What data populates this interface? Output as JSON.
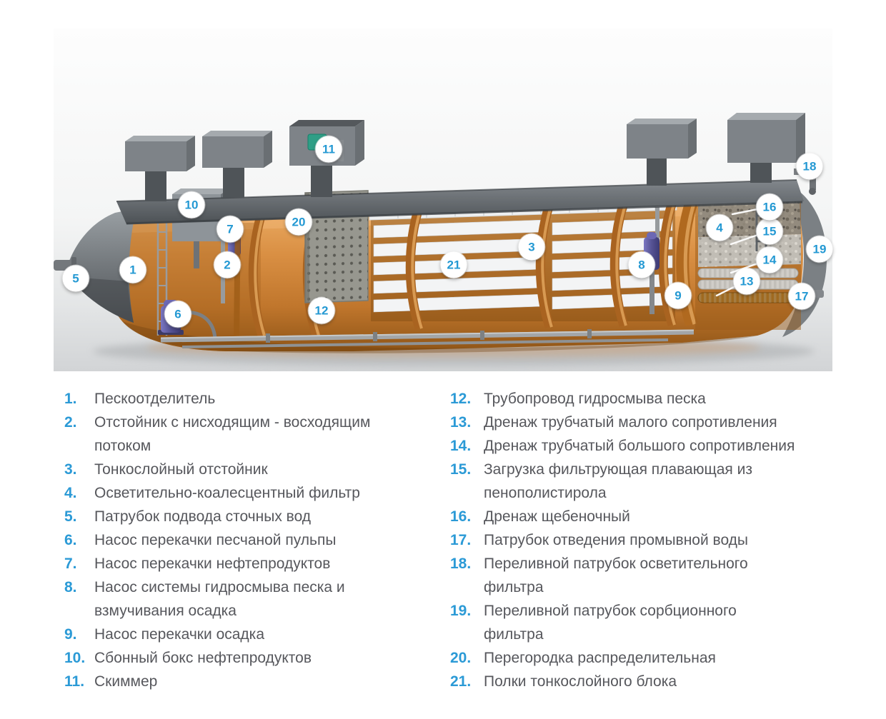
{
  "colors": {
    "callout_number": "#2499d3",
    "legend_number": "#2b9ad6",
    "legend_text": "#56575c",
    "tank_orange": "#d2873c"
  },
  "diagram": {
    "callouts": [
      "1",
      "2",
      "3",
      "4",
      "5",
      "6",
      "7",
      "8",
      "9",
      "10",
      "11",
      "12",
      "13",
      "14",
      "15",
      "16",
      "17",
      "18",
      "19",
      "20",
      "21"
    ]
  },
  "legend": {
    "left": [
      {
        "num": "1.",
        "text": "Пескоотделитель"
      },
      {
        "num": "2.",
        "text": "Отстойник с нисходящим - восходящим потоком"
      },
      {
        "num": "3.",
        "text": "Тонкослойный отстойник"
      },
      {
        "num": "4.",
        "text": "Осветительно-коалесцентный фильтр"
      },
      {
        "num": "5.",
        "text": "Патрубок подвода сточных вод"
      },
      {
        "num": "6.",
        "text": "Насос перекачки песчаной пульпы"
      },
      {
        "num": "7.",
        "text": "Насос перекачки нефтепродуктов"
      },
      {
        "num": "8.",
        "text": "Насос системы гидросмыва песка и взмучивания осадка"
      },
      {
        "num": "9.",
        "text": "Насос перекачки осадка"
      },
      {
        "num": "10.",
        "text": "Сбонный бокс нефтепродуктов"
      },
      {
        "num": "11.",
        "text": "Скиммер"
      }
    ],
    "right": [
      {
        "num": "12.",
        "text": "Трубопровод гидросмыва песка"
      },
      {
        "num": "13.",
        "text": "Дренаж трубчатый малого сопротивления"
      },
      {
        "num": "14.",
        "text": "Дренаж трубчатый большого сопротивления"
      },
      {
        "num": "15.",
        "text": "Загрузка фильтрующая плавающая из пенополистирола"
      },
      {
        "num": "16.",
        "text": "Дренаж щебеночный"
      },
      {
        "num": "17.",
        "text": "Патрубок отведения промывной воды"
      },
      {
        "num": "18.",
        "text": "Переливной патрубок осветительного фильтра"
      },
      {
        "num": "19.",
        "text": "Переливной патрубок сорбционного фильтра"
      },
      {
        "num": "20.",
        "text": "Перегородка распределительная"
      },
      {
        "num": "21.",
        "text": "Полки тонкослойного блока"
      }
    ]
  }
}
